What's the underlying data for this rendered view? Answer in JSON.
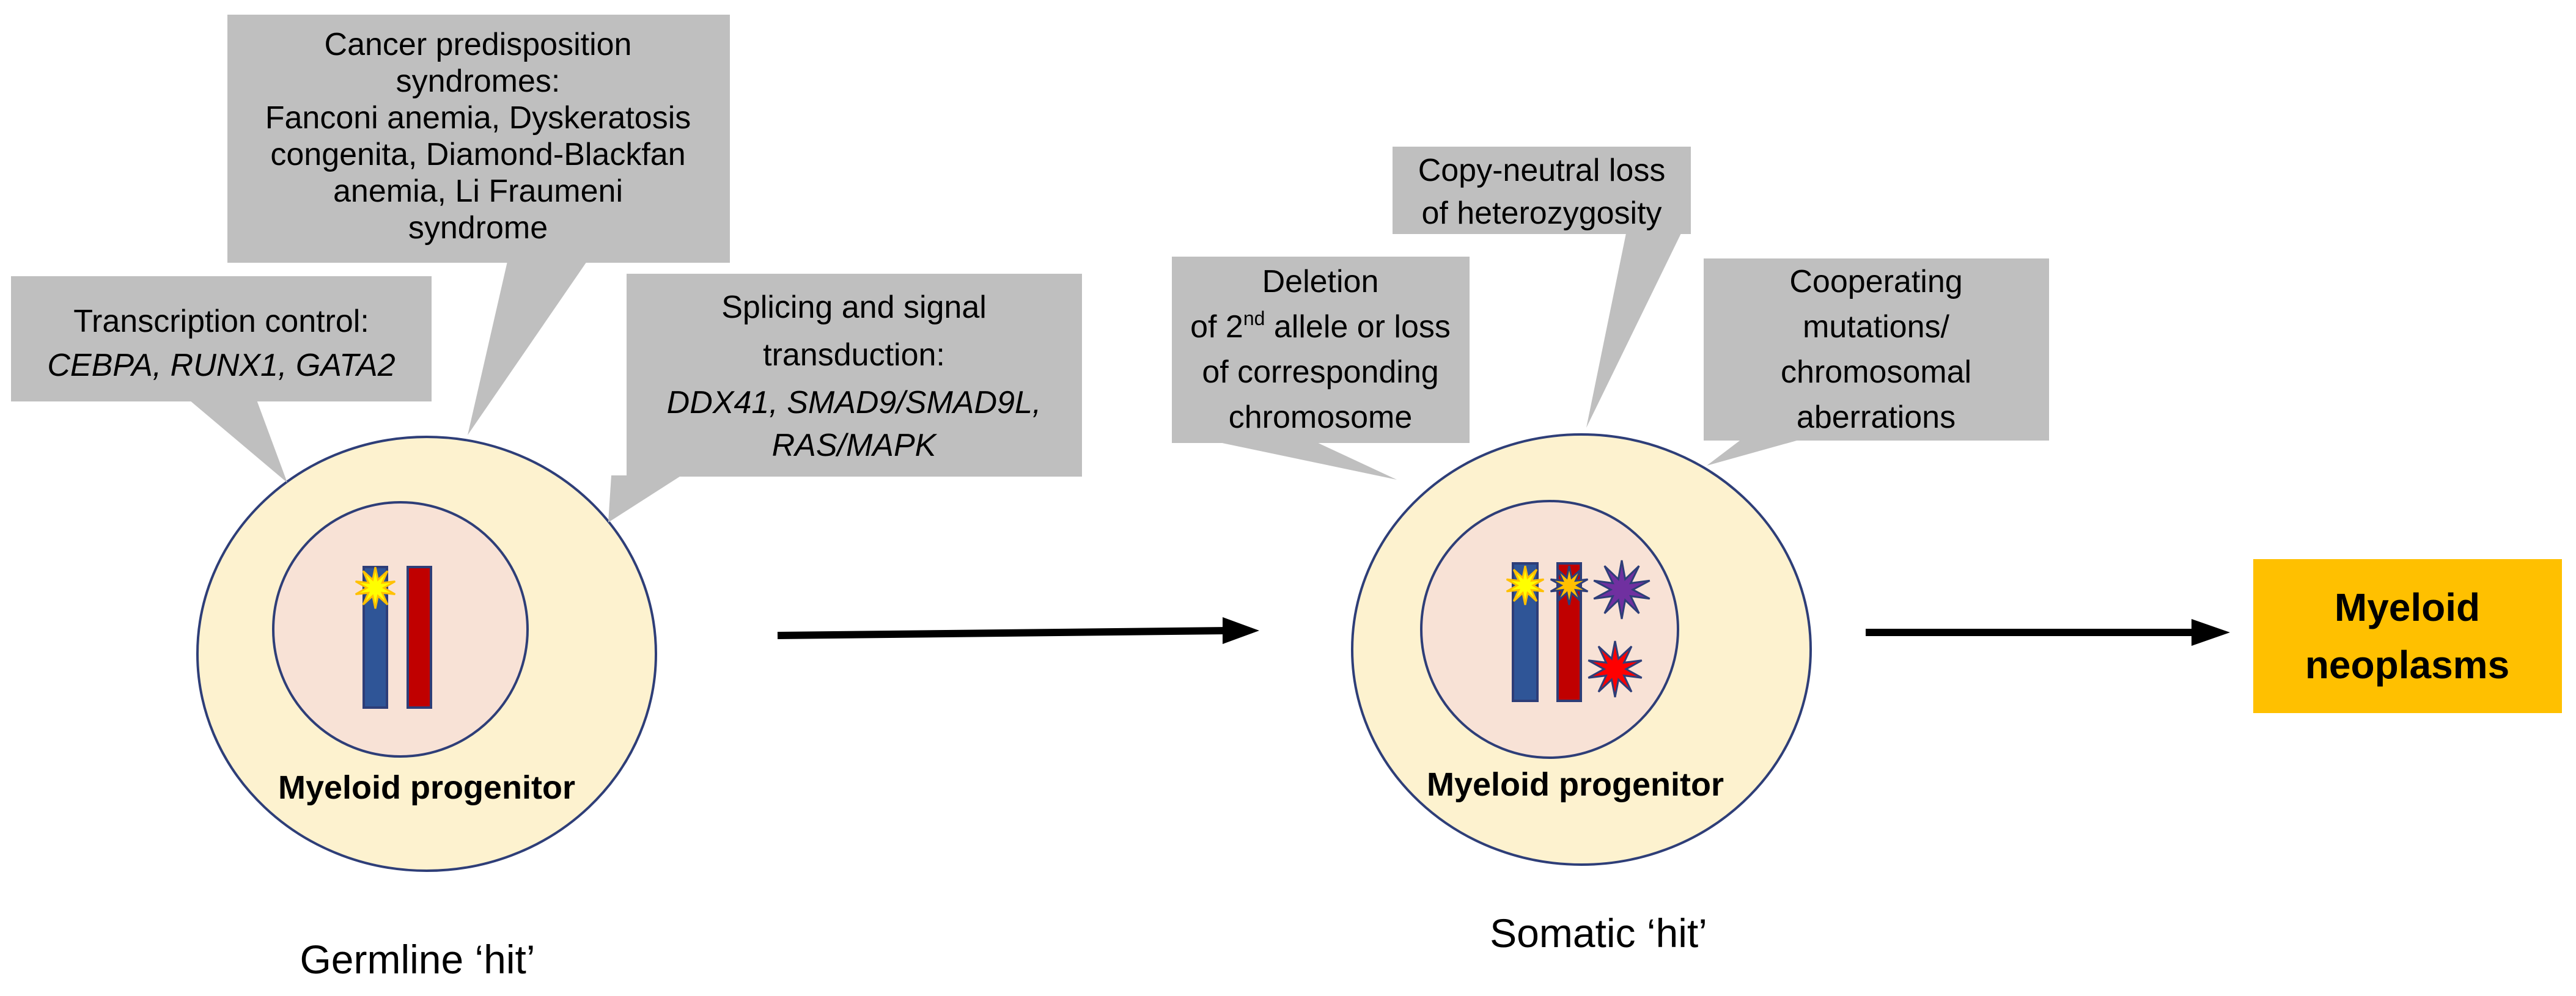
{
  "colors": {
    "callout_fill": "#bfbfbf",
    "cell_fill": "#fdf2cf",
    "nucleus_fill": "#f8e2d6",
    "outline": "#2e3e78",
    "chromosome_blue": "#2f5597",
    "chromosome_red": "#c00000",
    "hit_yellow": "#ffff00",
    "hit_orange": "#ffc000",
    "hit_purple": "#7030a0",
    "hit_red": "#ff0000",
    "outcome_fill": "#ffc000",
    "arrow": "#000000"
  },
  "germline": {
    "callout_transcription": {
      "title": "Transcription control:",
      "genes": "CEBPA, RUNX1, GATA2"
    },
    "callout_syndromes": {
      "line1": "Cancer predisposition",
      "line2": "syndromes:",
      "line3": "Fanconi anemia, Dyskeratosis",
      "line4": "congenita, Diamond-Blackfan",
      "line5": "anemia, Li Fraumeni",
      "line6": "syndrome"
    },
    "callout_splicing": {
      "line1": "Splicing and signal",
      "line2": "transduction:",
      "line3": "DDX41, SMAD9/SMAD9L,",
      "line4": "RAS/MAPK"
    },
    "cell_label": "Myeloid progenitor",
    "caption": "Germline ‘hit’"
  },
  "somatic": {
    "callout_deletion": {
      "line1": "Deletion",
      "line2_pre": "of 2",
      "line2_sup": "nd",
      "line2_post": " allele or loss",
      "line3": "of corresponding",
      "line4": "chromosome"
    },
    "callout_loh": {
      "line1": "Copy-neutral loss",
      "line2": "of heterozygosity"
    },
    "callout_cooperating": {
      "line1": "Cooperating",
      "line2": "mutations/",
      "line3": "chromosomal",
      "line4": "aberrations"
    },
    "cell_label": "Myeloid progenitor",
    "caption": "Somatic ‘hit’"
  },
  "outcome": {
    "line1": "Myeloid",
    "line2": "neoplasms"
  },
  "icons": [
    "mutation-star-icon",
    "arrow-right-icon"
  ]
}
